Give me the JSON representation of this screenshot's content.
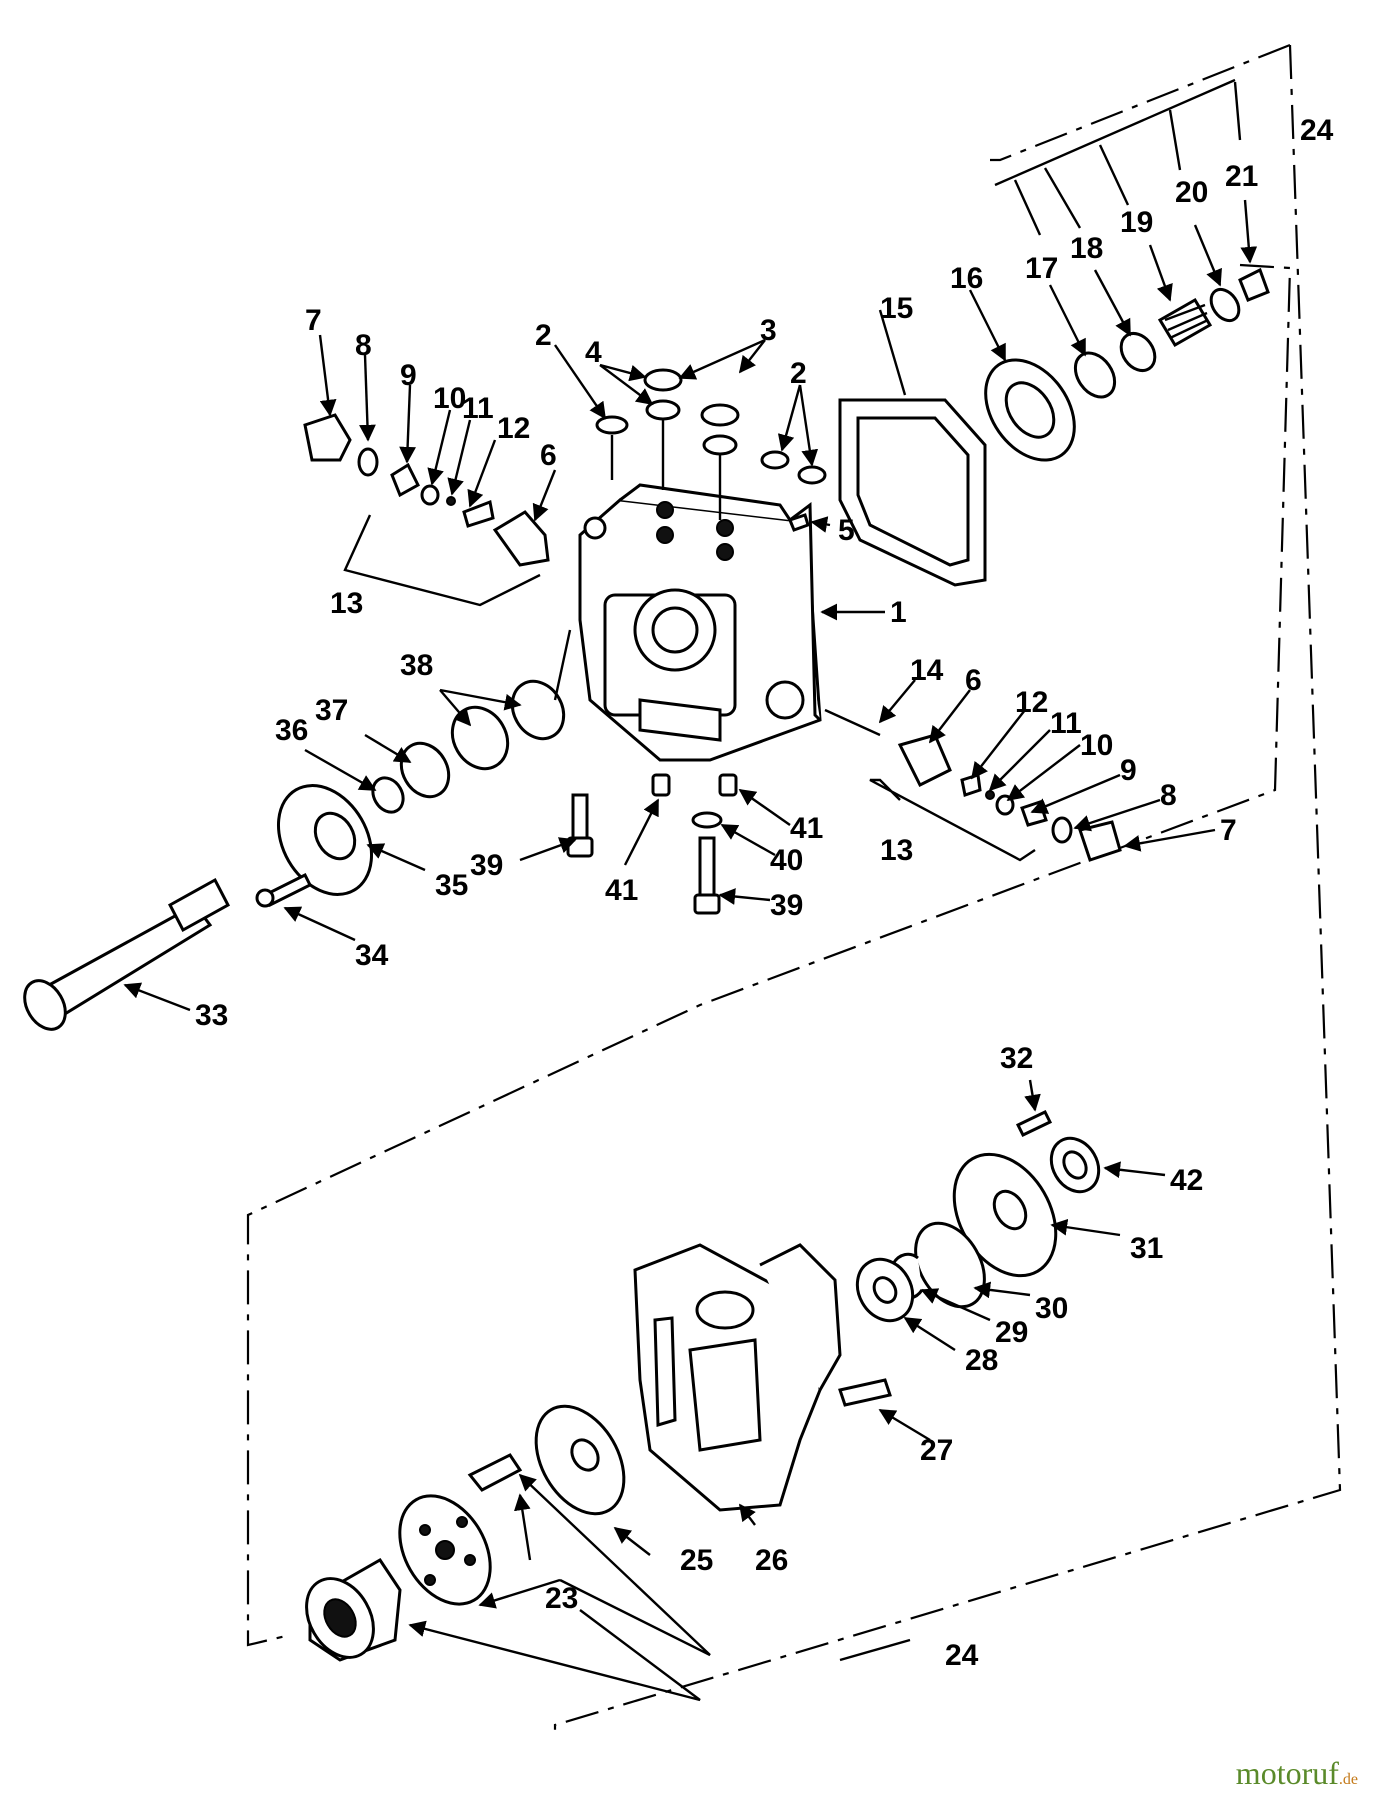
{
  "watermark": {
    "name": "motoruf",
    "tld": ".de"
  },
  "callouts": {
    "c1": "1",
    "c2a": "2",
    "c2b": "2",
    "c3": "3",
    "c4": "4",
    "c5": "5",
    "c6a": "6",
    "c6b": "6",
    "c7a": "7",
    "c7b": "7",
    "c8a": "8",
    "c8b": "8",
    "c9a": "9",
    "c9b": "9",
    "c10a": "10",
    "c10b": "10",
    "c11a": "11",
    "c11b": "11",
    "c12a": "12",
    "c12b": "12",
    "c13a": "13",
    "c13b": "13",
    "c14": "14",
    "c15": "15",
    "c16": "16",
    "c17": "17",
    "c18": "18",
    "c19": "19",
    "c20": "20",
    "c21": "21",
    "c23": "23",
    "c24a": "24",
    "c24b": "24",
    "c25": "25",
    "c26": "26",
    "c27": "27",
    "c28": "28",
    "c29": "29",
    "c30": "30",
    "c31": "31",
    "c32": "32",
    "c33": "33",
    "c34": "34",
    "c35": "35",
    "c36": "36",
    "c37": "37",
    "c38": "38",
    "c39a": "39",
    "c39b": "39",
    "c40": "40",
    "c41a": "41",
    "c41b": "41",
    "c42": "42"
  }
}
